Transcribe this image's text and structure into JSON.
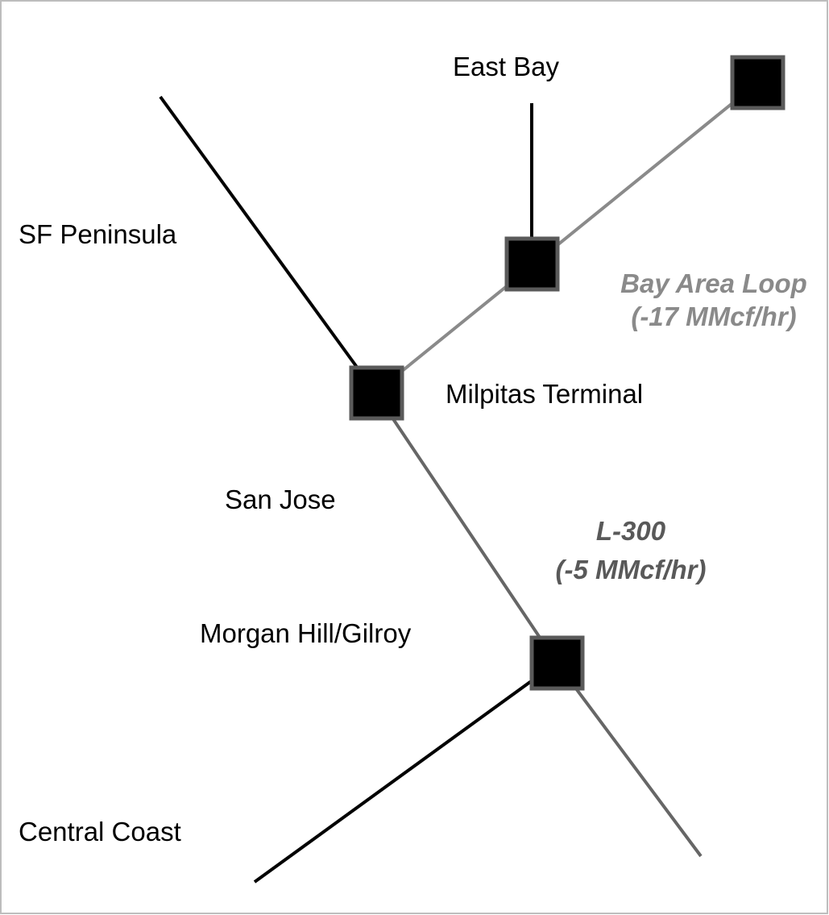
{
  "diagram": {
    "labels": {
      "east_bay": "East Bay",
      "sf_peninsula": "SF Peninsula",
      "milpitas_terminal": "Milpitas Terminal",
      "san_jose": "San Jose",
      "morgan_hill_gilroy": "Morgan Hill/Gilroy",
      "central_coast": "Central Coast"
    },
    "annotations": {
      "bay_area_loop": {
        "name": "Bay Area Loop",
        "value": "(-17 MMcf/hr)"
      },
      "l300": {
        "name": "L-300",
        "value": "(-5 MMcf/hr)"
      }
    },
    "colors": {
      "black_line": "#000000",
      "gray_line": "#666666",
      "loop_gray_line": "#8a8a8a",
      "node_fill": "#000000",
      "node_border": "#5a5a5a",
      "loop_text": "#8a8a8a",
      "l300_text": "#595959",
      "frame": "#bdbdbd"
    }
  }
}
